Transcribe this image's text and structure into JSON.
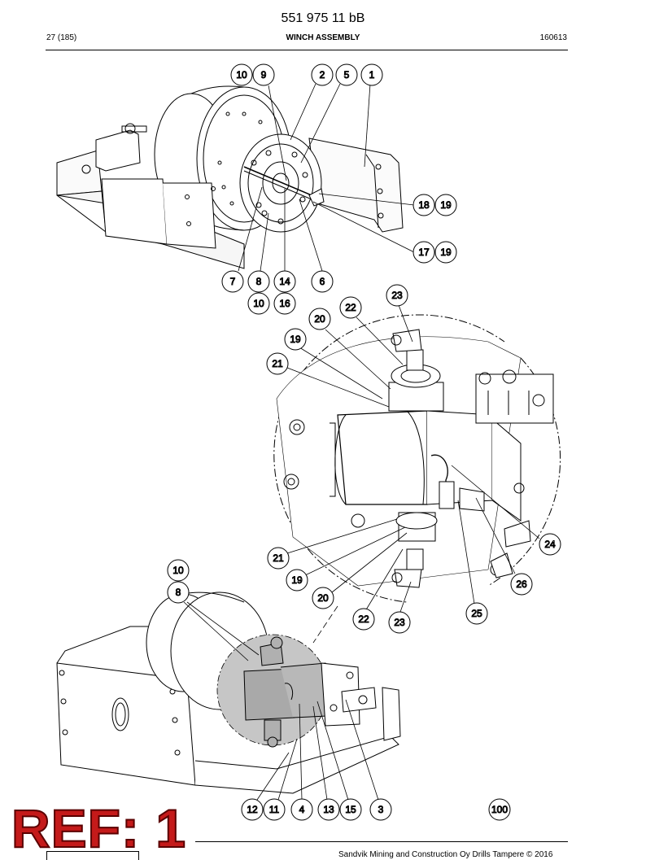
{
  "header": {
    "doc_number": "551 975 11 bB",
    "page_count": "27 (185)",
    "section_title": "WINCH ASSEMBLY",
    "date_code": "160613"
  },
  "footer": {
    "copyright": "Sandvik Mining and Construction Oy Drills Tampere © 2016"
  },
  "stamp": {
    "label": "REF: 1",
    "color": "#c41a1a"
  },
  "callouts": {
    "top": [
      "10",
      "9",
      "2",
      "5",
      "1",
      "18",
      "19",
      "17",
      "19",
      "7",
      "8",
      "14",
      "6",
      "10",
      "16"
    ],
    "middle": [
      "23",
      "22",
      "20",
      "19",
      "21",
      "24",
      "21",
      "19",
      "26",
      "20",
      "25",
      "22",
      "23"
    ],
    "bottom": [
      "10",
      "8",
      "12",
      "11",
      "4",
      "13",
      "15",
      "3",
      "100"
    ]
  }
}
